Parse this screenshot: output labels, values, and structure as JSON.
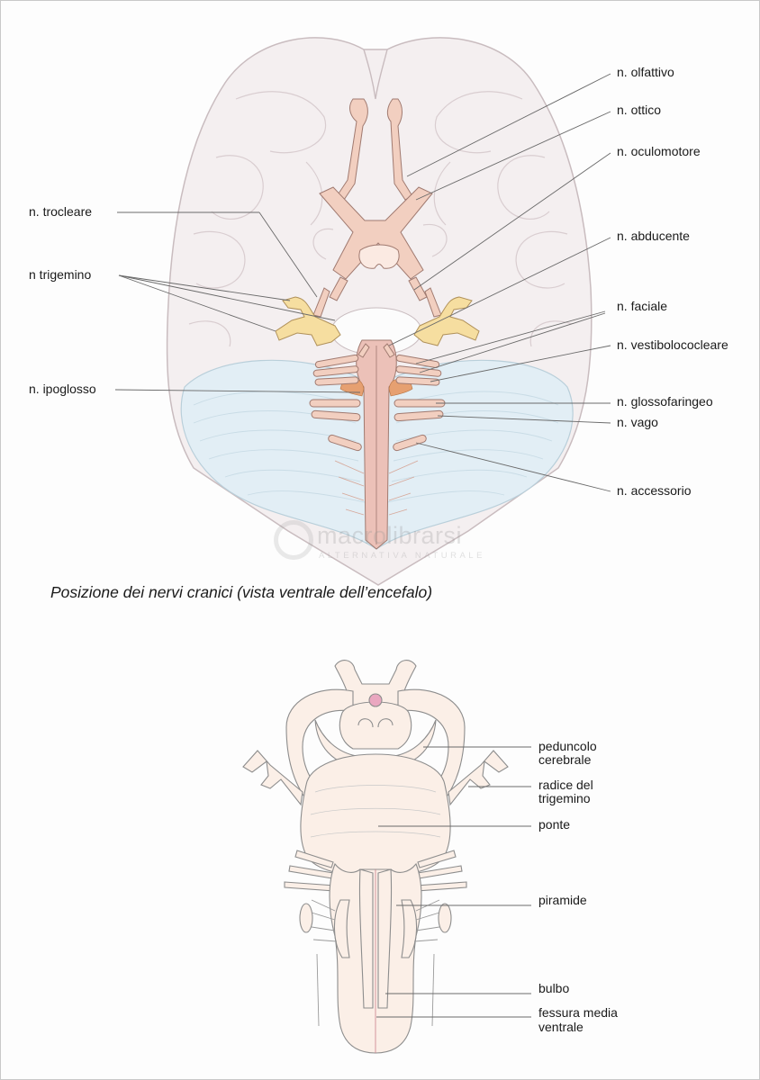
{
  "top_diagram": {
    "caption": "Posizione dei nervi cranici (vista ventrale dell’encefalo)",
    "labels": {
      "olfattivo": "n. olfattivo",
      "ottico": "n. ottico",
      "oculomotore": "n. oculomotore",
      "abducente": "n. abducente",
      "faciale": "n. faciale",
      "vestibolococleare": "n. vestibolococleare",
      "glossofaringeo": "n. glossofaringeo",
      "vago": "n. vago",
      "accessorio": "n. accessorio",
      "trocleare": "n. trocleare",
      "trigemino": "n trigemino",
      "ipoglosso": "n. ipoglosso"
    }
  },
  "bottom_diagram": {
    "labels": {
      "peduncolo_1": "peduncolo",
      "peduncolo_2": "cerebrale",
      "radice_1": "radice del",
      "radice_2": "trigemino",
      "ponte": "ponte",
      "piramide": "piramide",
      "bulbo": "bulbo",
      "fessura_1": "fessura media",
      "fessura_2": "ventrale"
    }
  },
  "watermark": {
    "name": "macrolibrarsi",
    "tagline": "ALTERNATIVA NATURALE"
  },
  "colors": {
    "brain_fill": "#f4eff0",
    "cerebellum_fill": "#e2eef5",
    "nerve_fill": "#f2cfc0",
    "trigeminal_fill": "#f6dea0",
    "stem_fill": "#ecc1b8",
    "bottom_fill": "#fbefe7",
    "leader_line": "#6a6a6a"
  }
}
